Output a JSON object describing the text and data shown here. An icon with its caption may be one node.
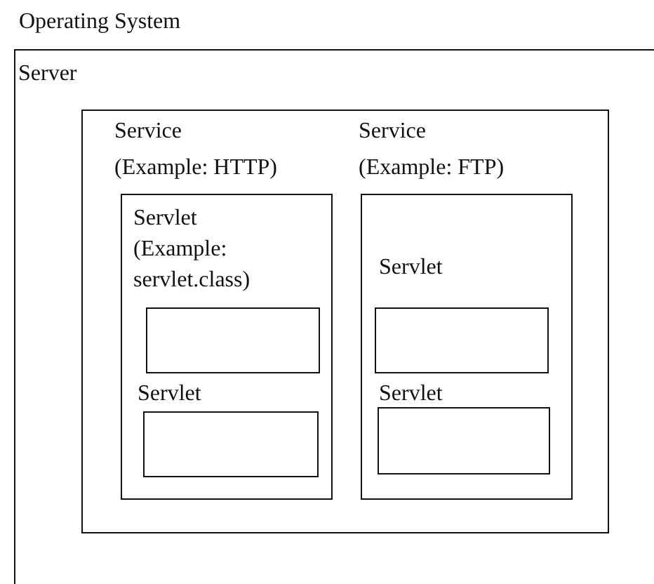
{
  "diagram": {
    "nodes": [
      {
        "text": [
          "Operating System"
        ]
      },
      {
        "text": [
          "Server"
        ],
        "in": 0
      },
      {
        "text": [
          "Service",
          "(Example: HTTP)"
        ],
        "in": 1
      },
      {
        "text": [
          "Servlet (Example: servlet.class)"
        ],
        "in": 2
      },
      {
        "text": [
          "Servlet"
        ],
        "in": 2
      },
      {
        "text": [
          "Service",
          "(Example: FTP)"
        ],
        "in": 1
      },
      {
        "text": [
          "Servlet"
        ],
        "in": 5
      },
      {
        "text": [
          "Servlet"
        ],
        "in": 5
      }
    ]
  }
}
